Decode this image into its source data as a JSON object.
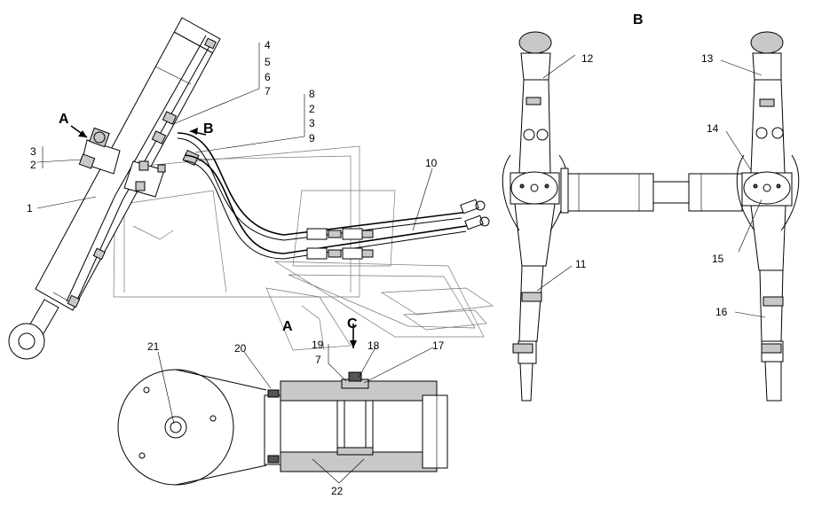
{
  "view_labels": {
    "a_top": "A",
    "b_top": "B",
    "b_right": "B",
    "a_section": "A",
    "c_section": "C"
  },
  "callouts": {
    "c1": "1",
    "c2": "2",
    "c3": "3",
    "c4": "4",
    "c5": "5",
    "c6": "6",
    "c7": "7",
    "c8": "8",
    "c2b": "2",
    "c3b": "3",
    "c9": "9",
    "c10": "10",
    "c11": "11",
    "c12": "12",
    "c13": "13",
    "c14": "14",
    "c15": "15",
    "c16": "16",
    "c17": "17",
    "c18": "18",
    "c19": "19",
    "c7b": "7",
    "c20": "20",
    "c21": "21",
    "c22": "22"
  }
}
